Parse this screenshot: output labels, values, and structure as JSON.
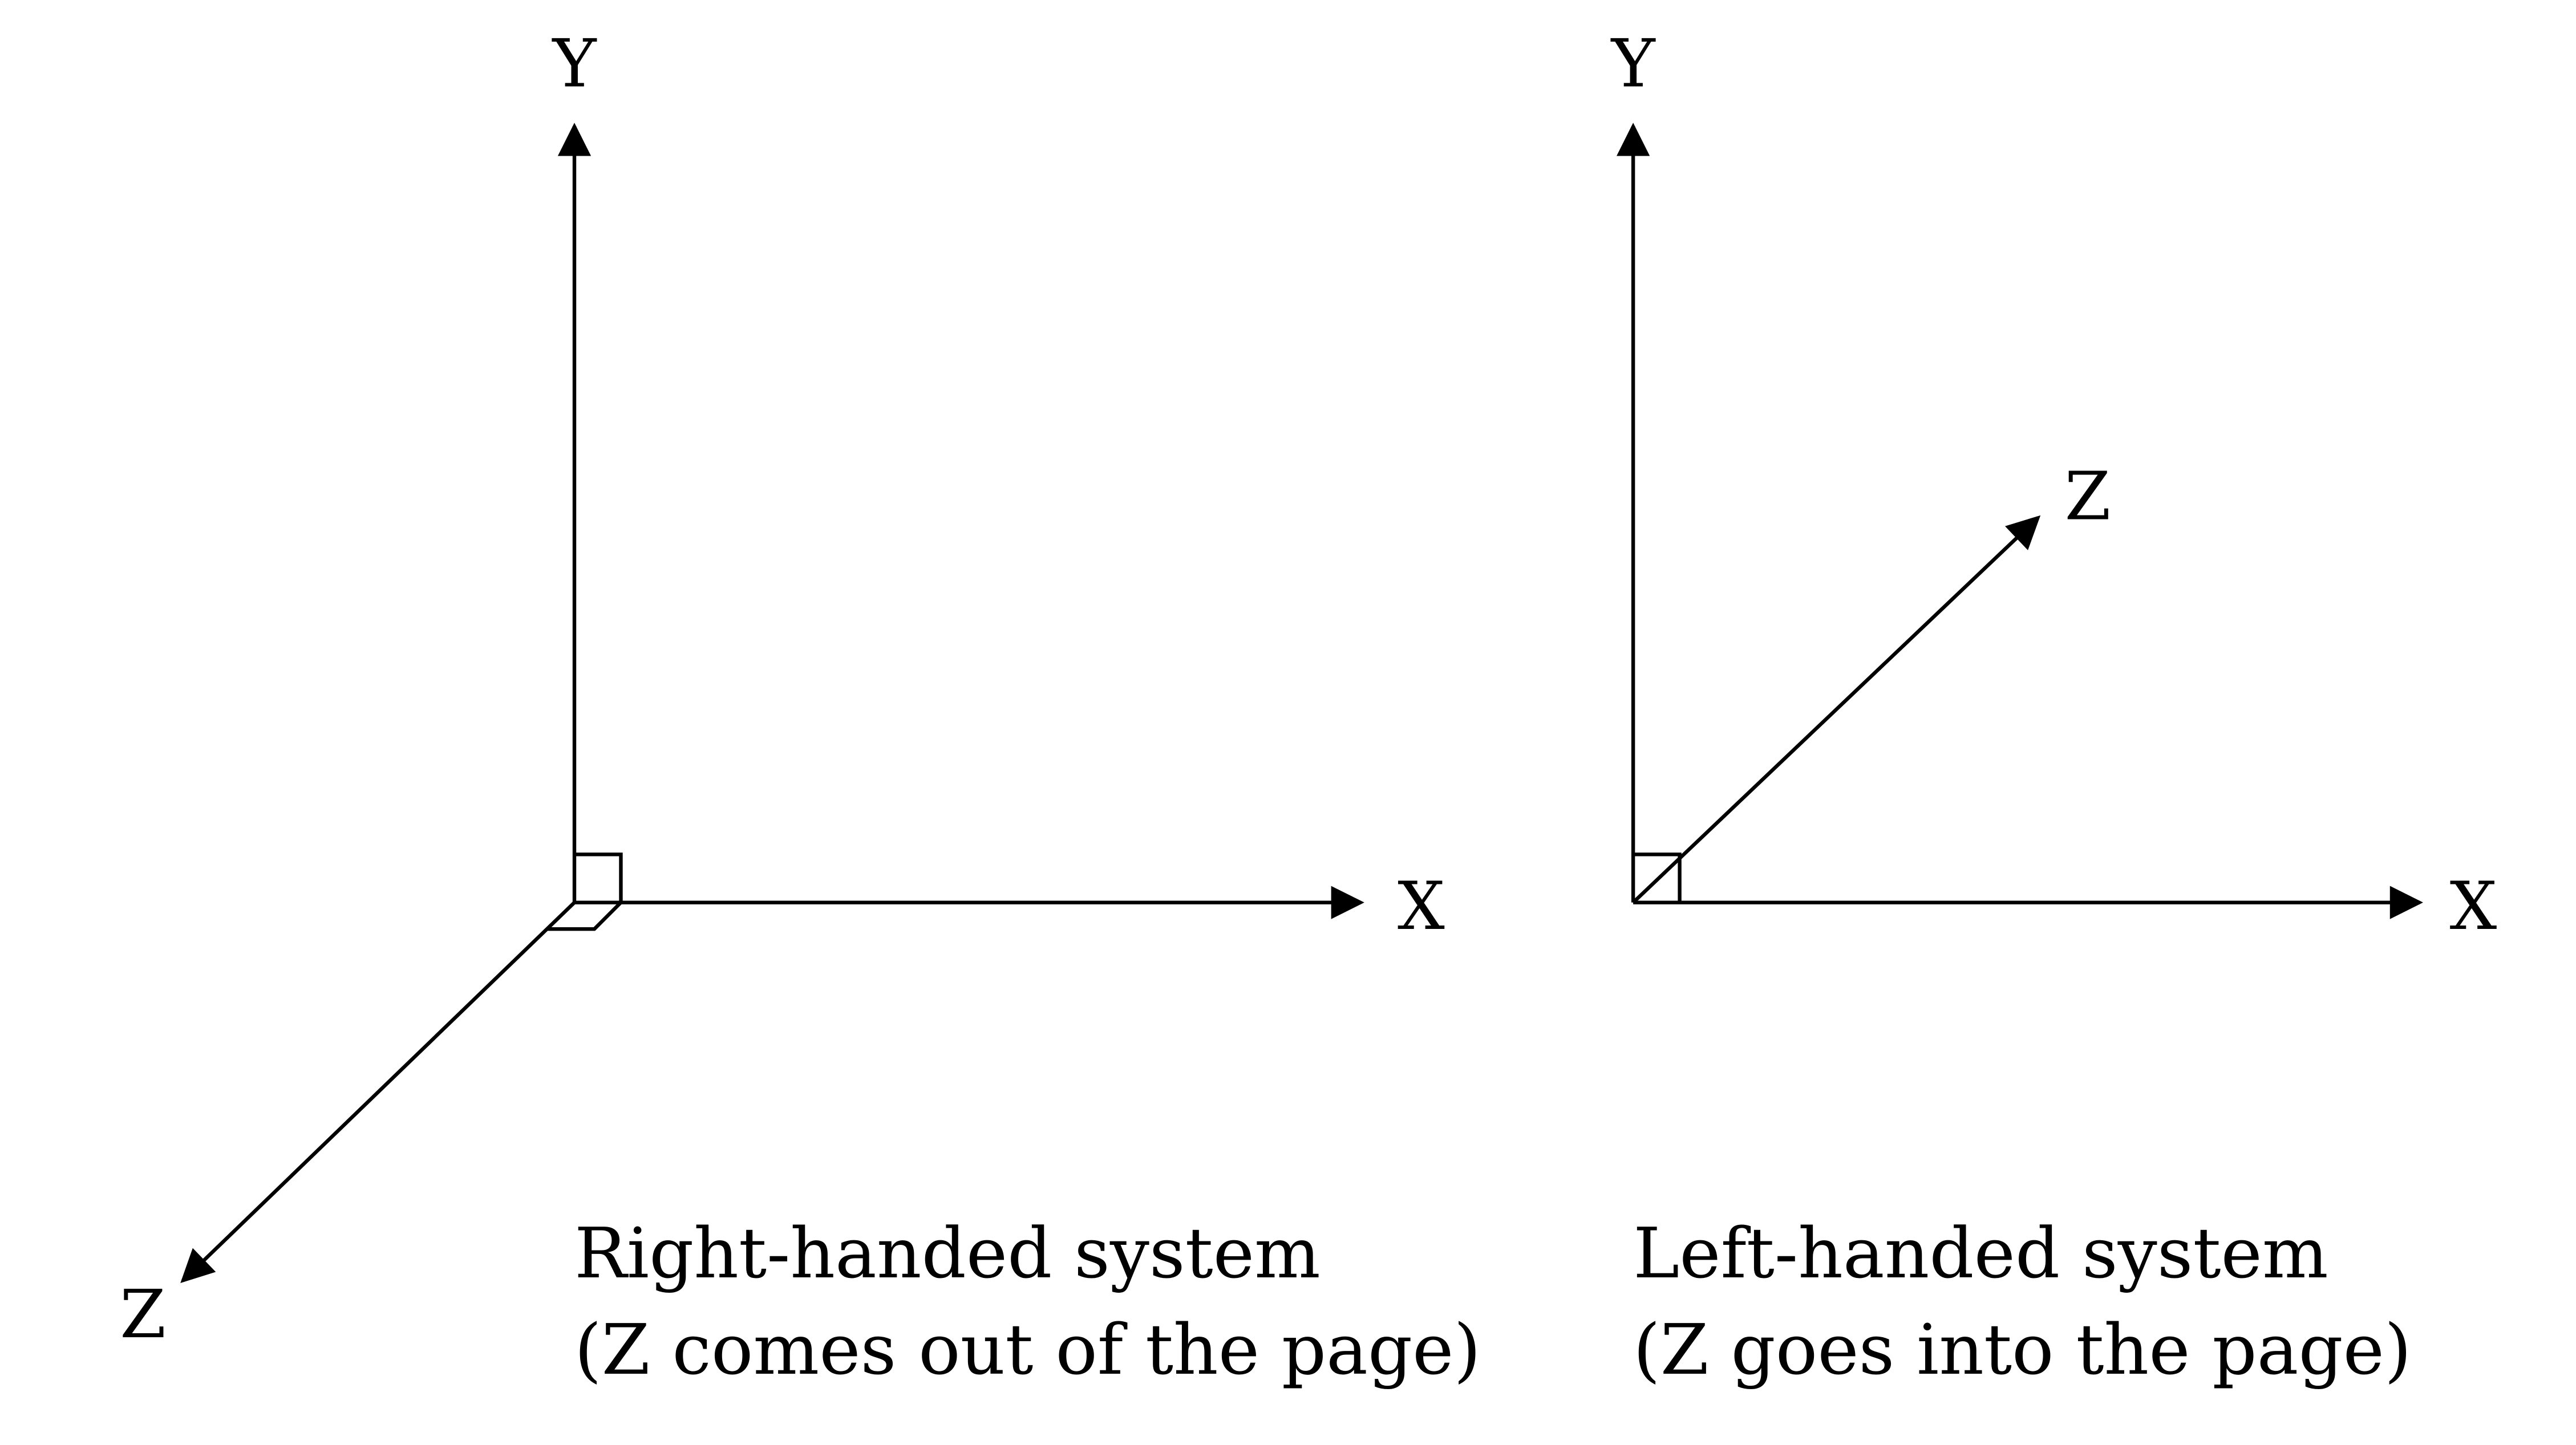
{
  "right_handed": {
    "axis_labels": {
      "x": "X",
      "y": "Y",
      "z": "Z"
    },
    "caption_line1": "Right-handed system",
    "caption_line2": "(Z comes out of the page)"
  },
  "left_handed": {
    "axis_labels": {
      "x": "X",
      "y": "Y",
      "z": "Z"
    },
    "caption_line1": "Left-handed system",
    "caption_line2": "(Z goes into the page)"
  },
  "colors": {
    "ink": "#000000",
    "background": "#ffffff"
  }
}
